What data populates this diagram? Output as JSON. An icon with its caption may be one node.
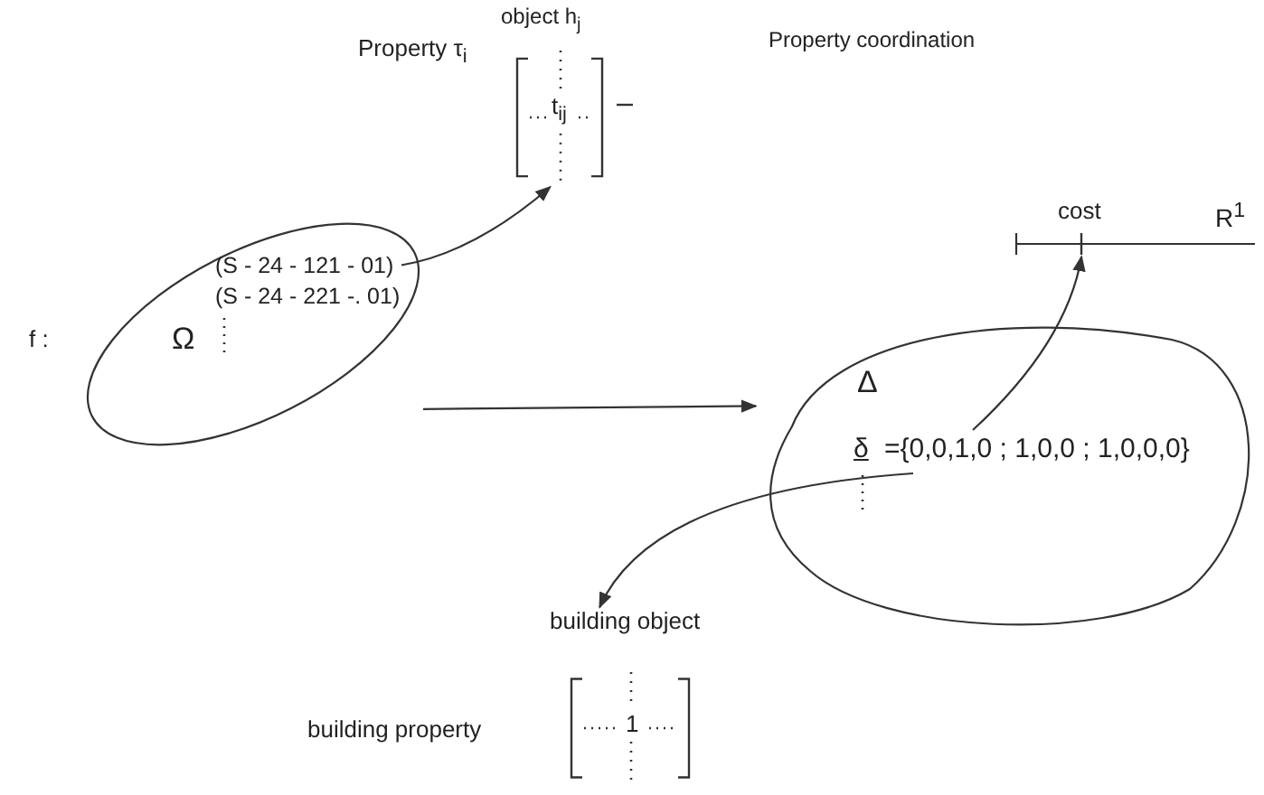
{
  "diagram": {
    "nodes": [
      {
        "text": [
          "Ω"
        ]
      },
      {
        "text": [
          "(S - 24 - 121 - 01)"
        ],
        "in": 0
      },
      {
        "text": [
          "(S - 24 - 221 -. 01)"
        ],
        "in": 0
      },
      {
        "text": [
          "t$_{ij}$"
        ],
        "beside": [
          "object h$_{j}$",
          "Property τ$_{i}$"
        ]
      },
      {
        "text": [
          "Δ"
        ]
      },
      {
        "text": [
          "δ",
          "={0,0,1,0 ; 1,0,0 ; 1,0,0,0}"
        ],
        "in": 4
      },
      {
        "text": [
          "cost"
        ]
      },
      {
        "text": [
          "building object"
        ]
      },
      {
        "text": [
          "1"
        ],
        "beside": [
          "building property"
        ]
      }
    ],
    "edges": [
      {
        "from": 1,
        "to": 3,
        "arrow": "to"
      },
      {
        "from": 0,
        "to": 4,
        "arrow": "to"
      },
      {
        "from": 5,
        "to": 6,
        "arrow": "to"
      },
      {
        "from": 5,
        "to": 7,
        "arrow": "to"
      }
    ],
    "labels": [
      "Property coordination",
      "R$^{1}$",
      "f :"
    ]
  }
}
